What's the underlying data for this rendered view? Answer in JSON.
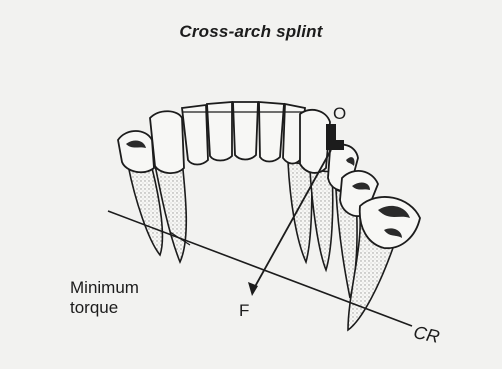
{
  "title": "Cross-arch splint",
  "labels": {
    "origin": "O",
    "force": "F",
    "cr": "CR",
    "minimum_torque_line1": "Minimum",
    "minimum_torque_line2": "torque"
  },
  "colors": {
    "background": "#f2f2f0",
    "ink": "#1c1c1c",
    "tooth_fill": "#f7f7f5",
    "shade": "#b9b9b6"
  }
}
